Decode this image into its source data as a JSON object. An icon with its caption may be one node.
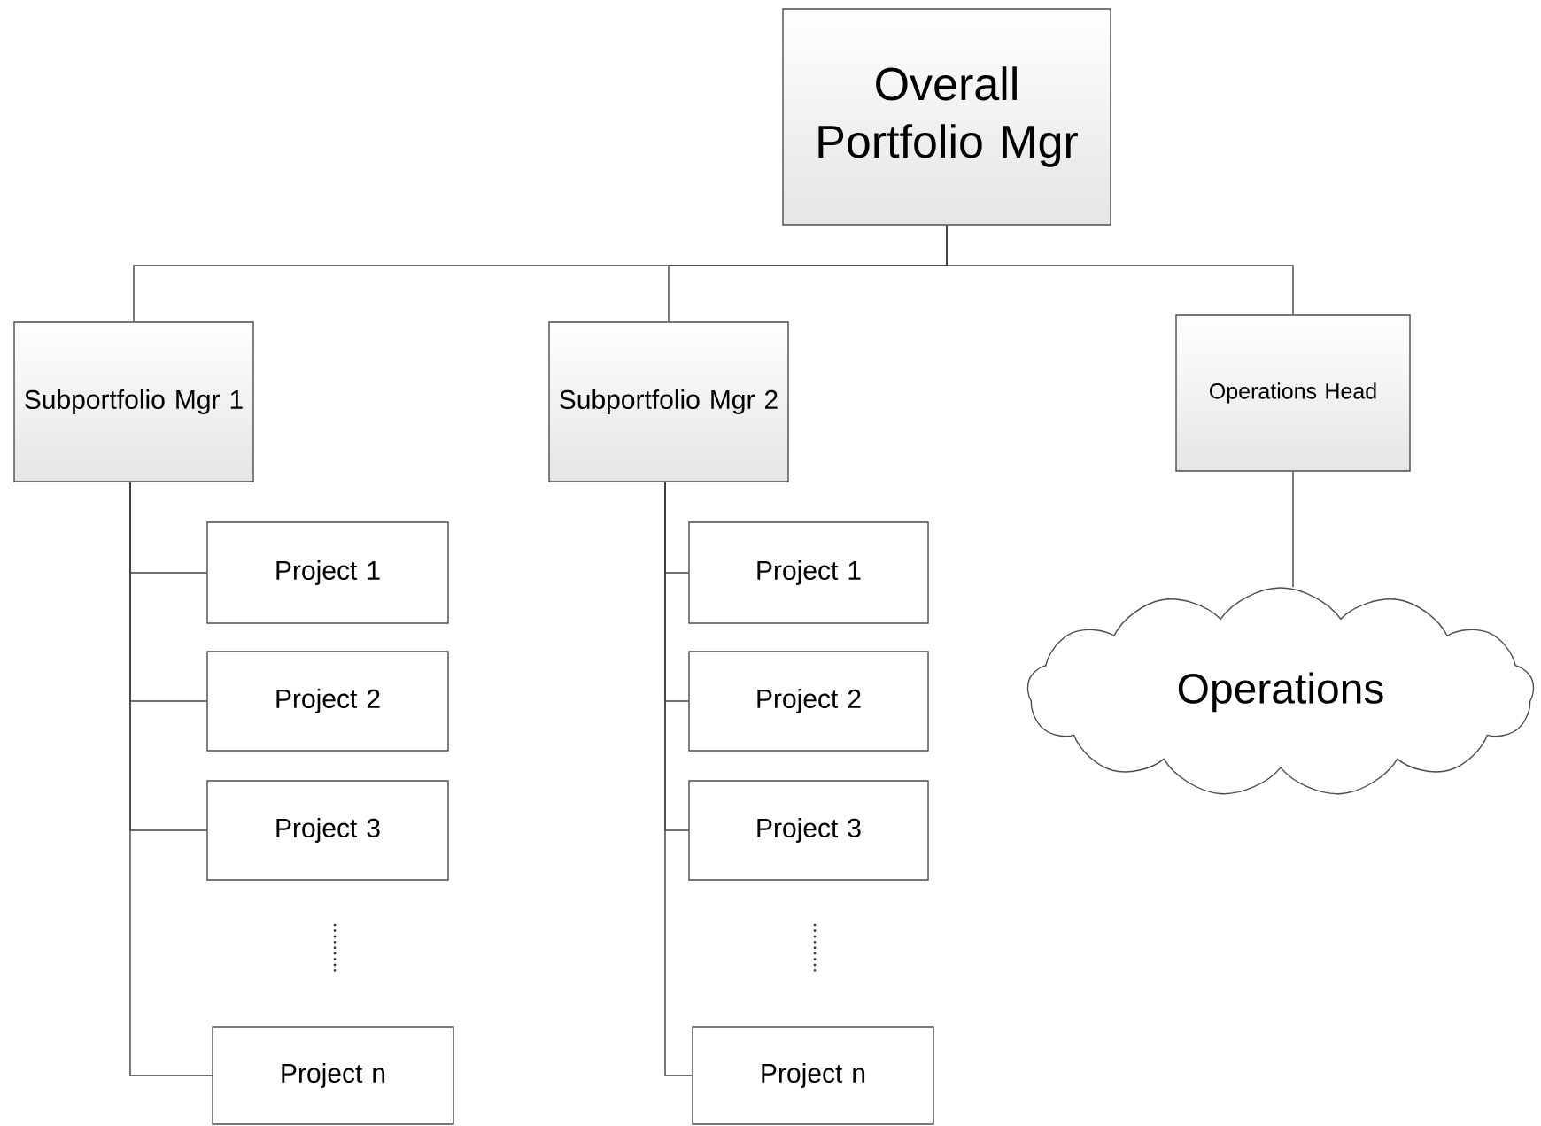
{
  "diagram": {
    "nodes": [
      {
        "text": [
          "Overall Portfolio Mgr"
        ]
      },
      {
        "text": [
          "Subportfolio Mgr 1"
        ]
      },
      {
        "text": [
          "Subportfolio Mgr 2"
        ]
      },
      {
        "text": [
          "Operations Head"
        ]
      },
      {
        "text": [
          "Project 1"
        ]
      },
      {
        "text": [
          "Project 2"
        ]
      },
      {
        "text": [
          "Project 3"
        ]
      },
      {
        "text": [
          "Project n"
        ]
      },
      {
        "text": [
          "Project 1"
        ]
      },
      {
        "text": [
          "Project 2"
        ]
      },
      {
        "text": [
          "Project 3"
        ]
      },
      {
        "text": [
          "Project n"
        ]
      },
      {
        "text": [
          "Operations"
        ]
      }
    ],
    "edges": [
      {
        "from": 0,
        "to": 1,
        "arrow": "none"
      },
      {
        "from": 0,
        "to": 2,
        "arrow": "none"
      },
      {
        "from": 0,
        "to": 3,
        "arrow": "none"
      },
      {
        "from": 1,
        "to": 4,
        "arrow": "none"
      },
      {
        "from": 1,
        "to": 5,
        "arrow": "none"
      },
      {
        "from": 1,
        "to": 6,
        "arrow": "none"
      },
      {
        "from": 1,
        "to": 7,
        "arrow": "none"
      },
      {
        "from": 2,
        "to": 8,
        "arrow": "none"
      },
      {
        "from": 2,
        "to": 9,
        "arrow": "none"
      },
      {
        "from": 2,
        "to": 10,
        "arrow": "none"
      },
      {
        "from": 2,
        "to": 11,
        "arrow": "none"
      },
      {
        "from": 3,
        "to": 12,
        "arrow": "none"
      }
    ]
  }
}
